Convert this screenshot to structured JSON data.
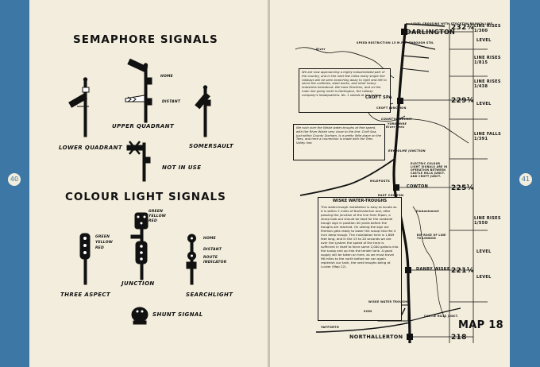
{
  "page_numbers": {
    "left": "40",
    "right": "41"
  },
  "left": {
    "semaphore_heading": "SEMAPHORE SIGNALS",
    "semaphore_labels": {
      "home": "HOME",
      "distant": "DISTANT",
      "upper_quadrant": "UPPER QUADRANT",
      "lower_quadrant": "LOWER QUADRANT",
      "somersault": "SOMERSAULT",
      "not_in_use": "NOT IN USE"
    },
    "colour_heading": "COLOUR LIGHT SIGNALS",
    "colour_labels": {
      "green": "GREEN",
      "yellow": "YELLOW",
      "red": "RED",
      "jn_green": "GREEN",
      "jn_yellow": "YELLOW",
      "jn_red": "RED",
      "home": "HOME",
      "distant": "DISTANT",
      "route_indicator_1": "ROUTE",
      "route_indicator_2": "INDICATOR",
      "three_aspect": "THREE ASPECT",
      "junction": "JUNCTION",
      "searchlight": "SEARCHLIGHT",
      "shunt": "SHUNT SIGNAL"
    }
  },
  "right": {
    "map_title": "MAP 18",
    "stations": {
      "darlington": "DARLINGTON",
      "croft_spa": "CROFT SPA",
      "cowton": "COWTON",
      "danby_wiske": "DANBY WISKE",
      "northallerton": "NORTHALLERTON",
      "yafforth": "YAFFORTH",
      "east_cowton": "EAST COWTON",
      "eryholme_junction": "ERYHOLME JUNCTION"
    },
    "mileposts": {
      "darlington": "232¾",
      "croft": "229¾",
      "cowton": "225¼",
      "danby": "221¼",
      "northallerton": "218"
    },
    "gradients": [
      {
        "label": "LINE RISES",
        "value": "1/300"
      },
      {
        "label": "LEVEL",
        "value": ""
      },
      {
        "label": "LINE RISES",
        "value": "1/815"
      },
      {
        "label": "LINE RISES",
        "value": "1/438"
      },
      {
        "label": "LEVEL",
        "value": ""
      },
      {
        "label": "LINE FALLS",
        "value": "1/391"
      },
      {
        "label": "LINE RISES",
        "value": "1/550"
      },
      {
        "label": "LEVEL",
        "value": ""
      },
      {
        "label": "LEVEL",
        "value": ""
      }
    ],
    "map_notes": {
      "level_crossing": "LEVEL CROSSING WITH STOCKTON BRANCH LINE",
      "speed_restriction": "SPEED RESTRICTION 15 M.P.H. THROUGH STN.",
      "croft_junction": "CROFT JUNCTION",
      "county_durham": "COUNTY DURHAM",
      "yorkshire": "YORKSHIRE",
      "river_tees": "River Tees",
      "mileposts_tag": "MILEPOSTS",
      "electric_colour_light": "ELECTRIC COLOUR LIGHT SIGNALS ARE IN OPERATION BETWEEN CASTLE HILLS JUNCT. AND CROFT JUNCT.",
      "embankment": "Embankment",
      "bifurcation": "BIF-ROSE OF LINE TO LONDON",
      "castle_hills": "CASTLE HILLS JUNCT.",
      "wiske_troughs": "WISKE WATER TROUGHS",
      "river_label": "River"
    },
    "box1": "We are now approaching a highly industrialized part of the country, and in the next few miles many single line railways will be seen branching away to right and left to serve the collieries, steel works, and other heavy industries hereabout. We have Stockton, and on the main line going north is Darlington, the railway company's headquarters. No. 1 stands at the station.",
    "box2": "We rush over the Wiske water-troughs at fine speed, with the River Wiske very close to the line. Croft Spa, just within County Durham, is a pretty little place on the Tees, and here a connection is made with the Tees Valley line.",
    "wiske_heading": "WISKE WATER-TROUGHS",
    "wiske_body": "This water-trough installation is easy to locate as it is within 2 miles of Northallerton and, after passing the junction of the line from Ripon, a sharp look-out should be kept for the roadside trough sign in position 40 yards before the troughs are reached. On seeing the sign our fireman gets ready to lower the scoop into the 4 inch deep trough. The installation here is 1,869 feet long, and in the 15 to 20 seconds we are over the system the speed of the train is sufficient in itself to force some 2,000 gallons into the scoop and up into the tender tank. A good supply will be taken on here, as we must travel 96 miles to the north before we can again replenish our tank, the next troughs being at Lucker (Map 22).",
    "sign_caption": "SIGN"
  }
}
